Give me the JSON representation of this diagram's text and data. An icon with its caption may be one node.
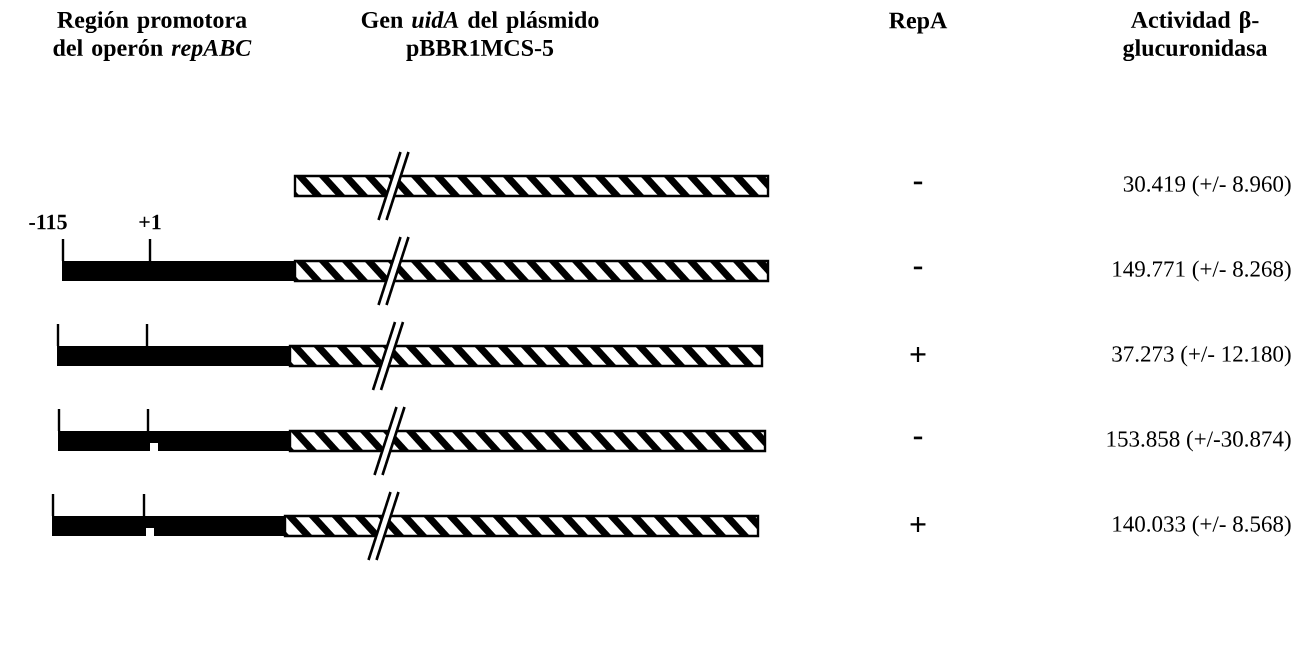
{
  "diagram": {
    "labels": [
      "Región promotora del operón *repABC*",
      "Gen *uidA* del plásmido pBBR1MCS-5",
      "RepA",
      "Actividad β-glucuronidasa",
      "-",
      "30.419 (+/- 8.960)",
      "-115",
      "+1",
      "-",
      "149.771 (+/- 8.268)",
      "+",
      "37.273 (+/- 12.180)",
      "-",
      "153.858 (+/-30.874)",
      "+",
      "140.033 (+/- 8.568)"
    ]
  }
}
